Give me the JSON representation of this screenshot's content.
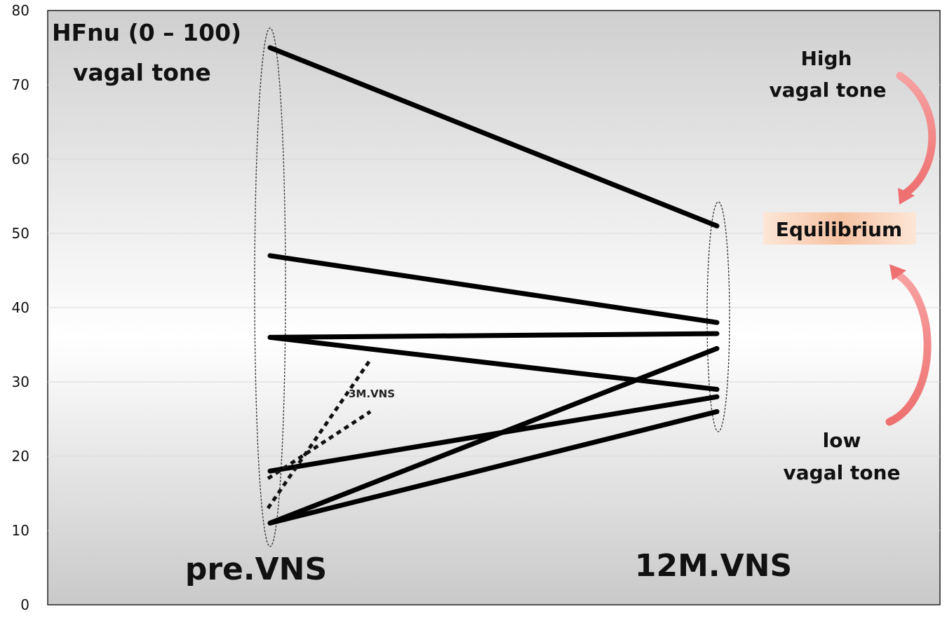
{
  "chart_data": {
    "type": "line",
    "title": "HFnu (0 – 100) vagal tone",
    "title_lines": [
      "HFnu (0 – 100)",
      "vagal tone"
    ],
    "xlabel": "",
    "ylabel": "",
    "ylim": [
      0,
      80
    ],
    "yticks": [
      "0",
      "10",
      "20",
      "30",
      "40",
      "50",
      "60",
      "70",
      "80"
    ],
    "grid": true,
    "categories": [
      "pre.VNS",
      "12M.VNS"
    ],
    "series": [
      {
        "values": [
          75,
          51
        ]
      },
      {
        "values": [
          47,
          38
        ]
      },
      {
        "values": [
          36,
          36.5
        ]
      },
      {
        "values": [
          36,
          29
        ]
      },
      {
        "values": [
          18,
          28
        ]
      },
      {
        "values": [
          11,
          34.5
        ]
      },
      {
        "values": [
          11,
          26
        ]
      }
    ],
    "dotted_segments": {
      "label": "3M.VNS",
      "lines": [
        {
          "from": 13,
          "to": 33
        },
        {
          "from": 17,
          "to": 26
        }
      ]
    },
    "annotations": {
      "high": [
        "High",
        "vagal tone"
      ],
      "equilibrium": "Equilibrium",
      "low": [
        "low",
        "vagal tone"
      ]
    },
    "colors": {
      "line": "#000000",
      "arrow": "#f08080",
      "equilibrium_bg": "#f6c2a2"
    }
  }
}
